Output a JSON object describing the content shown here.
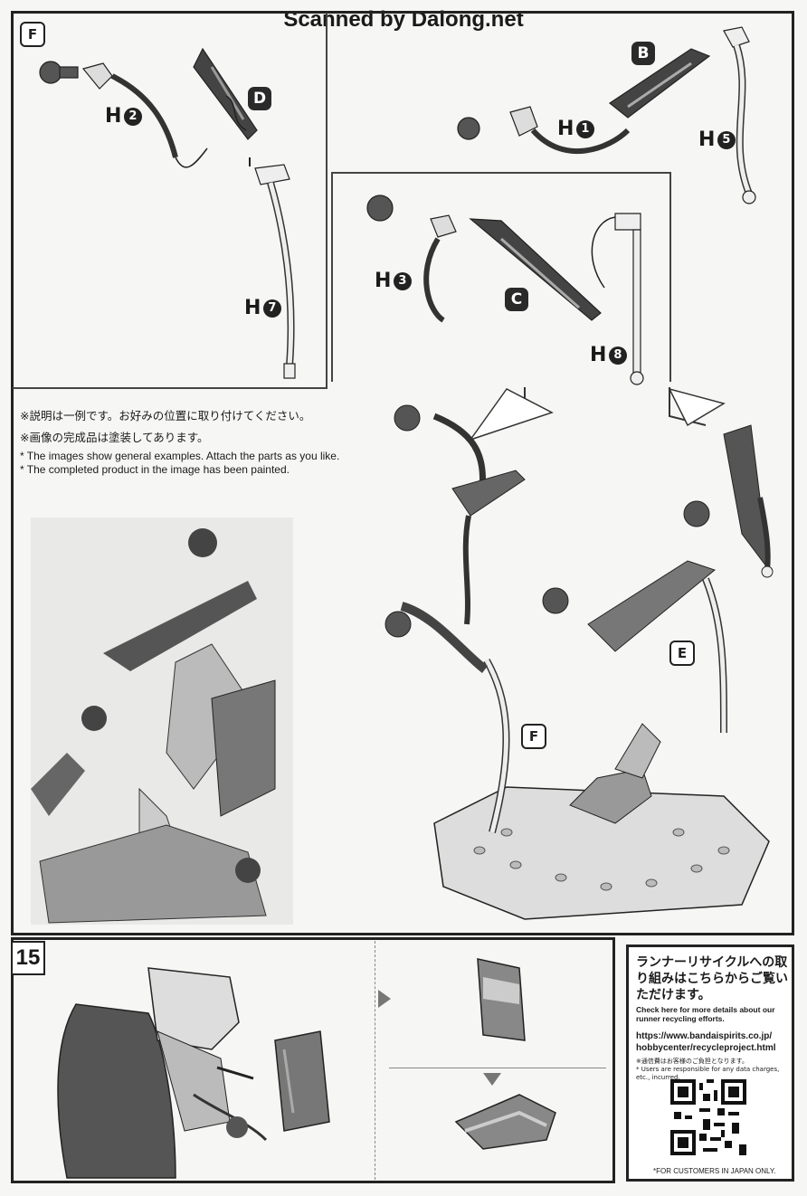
{
  "header": {
    "text": "Scanned by Dalong.net"
  },
  "section_f": {
    "badge": "F"
  },
  "labels": {
    "h1": "H",
    "h1_num": "1",
    "h2": "H",
    "h2_num": "2",
    "h3": "H",
    "h3_num": "3",
    "h5": "H",
    "h5_num": "5",
    "h7": "H",
    "h7_num": "7",
    "h8": "H",
    "h8_num": "8",
    "b": "B",
    "c": "C",
    "d": "D",
    "e": "E",
    "f": "F"
  },
  "notes": {
    "jp1": "※説明は一例です。お好みの位置に取り付けてください。",
    "jp2": "※画像の完成品は塗装してあります。",
    "en1": "* The images show general examples. Attach the parts as you like.",
    "en2": "* The completed product in the image has been painted."
  },
  "step": {
    "number": "15"
  },
  "recycle": {
    "title": "ランナーリサイクルへの取り組みはこちらからご覧いただけます。",
    "english": "Check here for more details about our runner recycling efforts.",
    "url_line1": "https://www.bandaispirits.co.jp/",
    "url_line2": "hobbycenter/recycleproject.html",
    "note_jp": "※通信費はお客様のご負担となります。",
    "note_en": "* Users are responsible for any data charges, etc., incurred."
  },
  "footer": {
    "text": "*FOR CUSTOMERS IN JAPAN ONLY."
  }
}
